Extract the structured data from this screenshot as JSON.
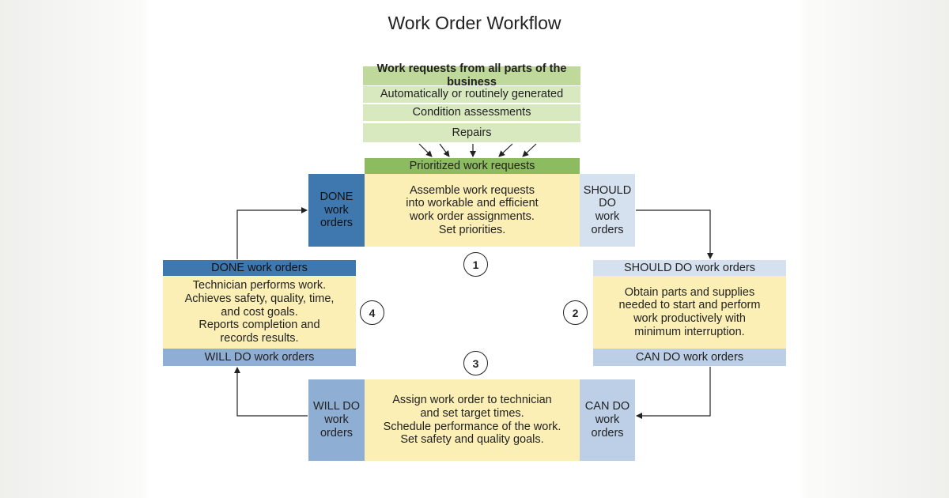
{
  "title": "Work Order Workflow",
  "requests": {
    "header": "Work requests from all parts of the business",
    "items": [
      "Automatically or routinely generated",
      "Condition assessments",
      "Repairs"
    ],
    "prioritized": "Prioritized work requests"
  },
  "stage1": {
    "body": "Assemble work requests\ninto workable and efficient\nwork order assignments.\nSet priorities.",
    "left_tab": "DONE\nwork\norders",
    "right_tab": "SHOULD\nDO\nwork\norders",
    "step": "1"
  },
  "stage2": {
    "header": "SHOULD DO work orders",
    "body": "Obtain parts and supplies\nneeded to start and perform\nwork productively with\nminimum interruption.",
    "footer": "CAN DO work orders",
    "step": "2"
  },
  "stage3": {
    "body": "Assign work order to technician\nand set target times.\nSchedule performance of the work.\nSet safety and quality goals.",
    "left_tab": "WILL DO\nwork\norders",
    "right_tab": "CAN DO\nwork\norders",
    "step": "3"
  },
  "stage4": {
    "header": "DONE work orders",
    "body": "Technician performs work.\nAchieves safety, quality, time,\nand cost goals.\nReports completion and\nrecords results.",
    "footer": "WILL DO work orders",
    "step": "4"
  },
  "colors": {
    "green_header": "#bfd99a",
    "green_light": "#d8e9bf",
    "green_dark": "#8dbb5f",
    "cream": "#fbefb6",
    "blue_dark": "#3f78ae",
    "blue_mid": "#8faed4",
    "blue_light": "#d6e1ef"
  }
}
